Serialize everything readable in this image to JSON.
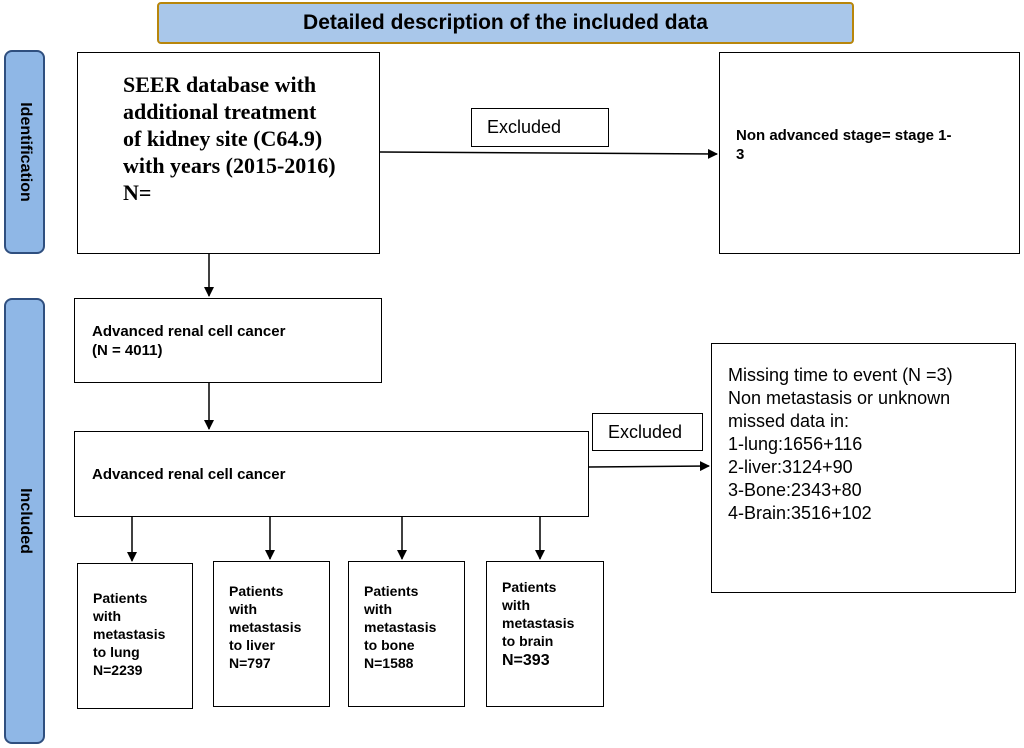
{
  "title": "Detailed description of the included data",
  "sidebar": {
    "identification": "Identification",
    "included": "Included"
  },
  "identification_box": {
    "lines": [
      "SEER database with",
      "additional treatment",
      "of kidney site (C64.9)",
      "with years (2015-2016)",
      "N="
    ]
  },
  "excluded_label_1": "Excluded",
  "non_advanced_box": {
    "lines": [
      "Non advanced stage= stage 1-",
      "3"
    ]
  },
  "advanced_box_1": {
    "lines": [
      "Advanced renal cell cancer",
      "(N = 4011)"
    ]
  },
  "advanced_box_2": {
    "label": "Advanced renal cell cancer"
  },
  "excluded_label_2": "Excluded",
  "missing_box": {
    "lines": [
      "Missing time to event (N =3)",
      "Non metastasis or unknown",
      "missed data in:",
      "1-lung:1656+116",
      "2-liver:3124+90",
      "3-Bone:2343+80",
      "4-Brain:3516+102"
    ]
  },
  "metastasis_boxes": [
    {
      "lines": [
        "Patients",
        "with",
        "metastasis",
        "to lung",
        "N=2239"
      ]
    },
    {
      "lines": [
        "Patients",
        "with",
        "metastasis",
        "to liver",
        "N=797"
      ]
    },
    {
      "lines": [
        "Patients",
        "with",
        "metastasis",
        "to bone",
        "N=1588"
      ]
    },
    {
      "lines": [
        "Patients",
        "with",
        "metastasis",
        "to brain",
        "N=393"
      ]
    }
  ]
}
